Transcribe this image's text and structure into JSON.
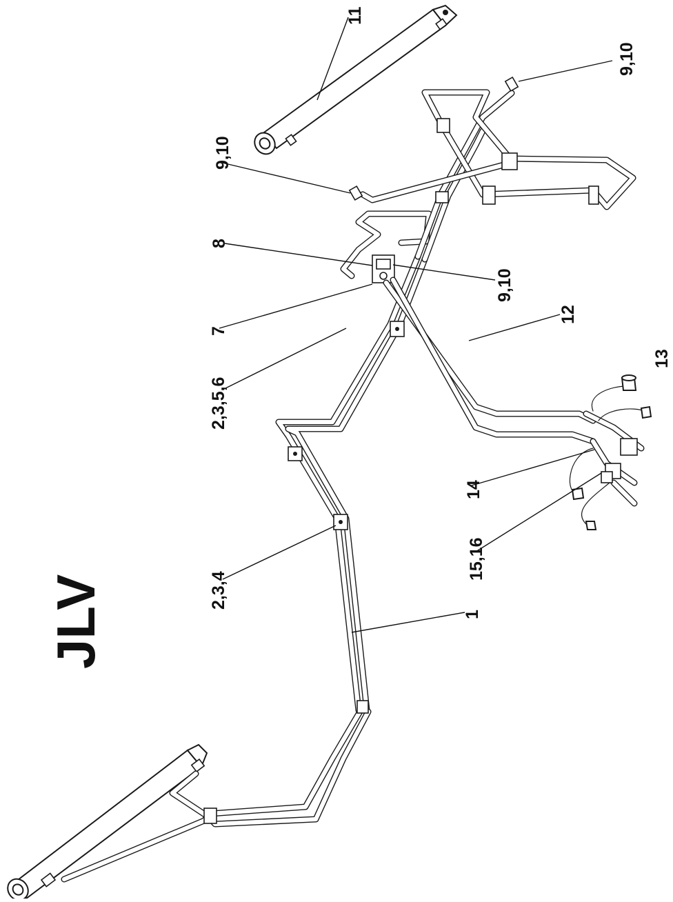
{
  "title": "JLV",
  "callouts": {
    "c11": "11",
    "c9_10_top_right": "9,10",
    "c9_10_top_left": "9,10",
    "c8": "8",
    "c9_10_center": "9,10",
    "c7": "7",
    "c12": "12",
    "c13": "13",
    "c2356": "2,3,5,6",
    "c14": "14",
    "c1516": "15,16",
    "c234": "2,3,4",
    "c1": "1"
  },
  "colors": {
    "line": "#111111",
    "background": "#ffffff"
  }
}
